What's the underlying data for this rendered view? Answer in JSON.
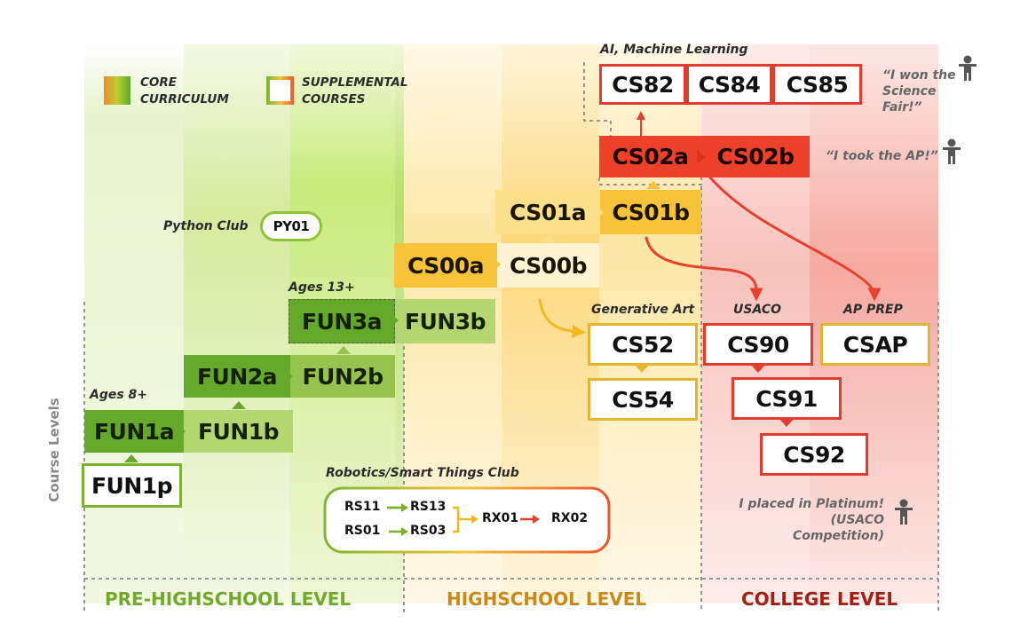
{
  "legend": {
    "core_line1": "CORE",
    "core_line2": "CURRICULUM",
    "supp_line1": "SUPPLEMENTAL",
    "supp_line2": "COURSES"
  },
  "axis_label": "Course Levels",
  "levels": {
    "pre": "PRE-HIGHSCHOOL LEVEL",
    "high": "HIGHSCHOOL LEVEL",
    "college": "COLLEGE LEVEL"
  },
  "labels": {
    "ages8": "Ages 8+",
    "ages13": "Ages 13+",
    "python_club": "Python Club",
    "generative_art": "Generative Art",
    "usaco": "USACO",
    "ap_prep": "AP PREP",
    "ai_ml": "AI, Machine Learning",
    "robotics_club": "Robotics/Smart Things Club"
  },
  "courses": {
    "fun1p": "FUN1p",
    "fun1a": "FUN1a",
    "fun1b": "FUN1b",
    "fun2a": "FUN2a",
    "fun2b": "FUN2b",
    "fun3a": "FUN3a",
    "fun3b": "FUN3b",
    "py01": "PY01",
    "cs00a": "CS00a",
    "cs00b": "CS00b",
    "cs01a": "CS01a",
    "cs01b": "CS01b",
    "cs02a": "CS02a",
    "cs02b": "CS02b",
    "cs52": "CS52",
    "cs54": "CS54",
    "cs82": "CS82",
    "cs84": "CS84",
    "cs85": "CS85",
    "cs90": "CS90",
    "cs91": "CS91",
    "cs92": "CS92",
    "csap": "CSAP"
  },
  "robotics": {
    "rs11": "RS11",
    "rs13": "RS13",
    "rs01": "RS01",
    "rs03": "RS03",
    "rx01": "RX01",
    "rx02": "RX02"
  },
  "quotes": {
    "science_fair_line1": "“I won the",
    "science_fair_line2": "Science Fair!”",
    "ap": "“I took the AP!”",
    "usaco_line1": "I placed in Platinum!",
    "usaco_line2": "(USACO Competition)"
  },
  "icons": [
    "person-icon",
    "arrow-icon",
    "gradient-swatch"
  ]
}
